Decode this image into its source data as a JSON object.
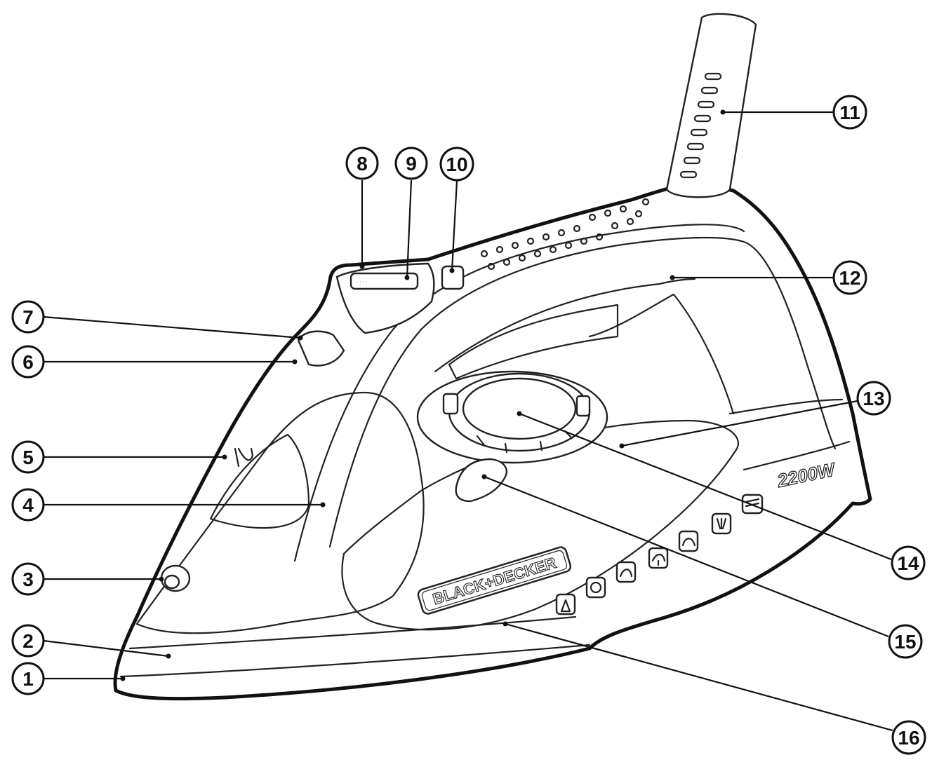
{
  "brand": {
    "logo_text": "BLACK+DECKER",
    "wattage": "2200W"
  },
  "callouts": [
    {
      "number": "1"
    },
    {
      "number": "2"
    },
    {
      "number": "3"
    },
    {
      "number": "4"
    },
    {
      "number": "5"
    },
    {
      "number": "6"
    },
    {
      "number": "7"
    },
    {
      "number": "8"
    },
    {
      "number": "9"
    },
    {
      "number": "10"
    },
    {
      "number": "11"
    },
    {
      "number": "12"
    },
    {
      "number": "13"
    },
    {
      "number": "14"
    },
    {
      "number": "15"
    },
    {
      "number": "16"
    }
  ],
  "feature_icons": [
    {
      "name": "ceramic-soleplate-icon"
    },
    {
      "name": "anti-calc-icon"
    },
    {
      "name": "variable-steam-icon"
    },
    {
      "name": "anti-drip-icon"
    },
    {
      "name": "steam-shot-icon"
    },
    {
      "name": "spray-icon"
    },
    {
      "name": "self-clean-icon"
    }
  ]
}
